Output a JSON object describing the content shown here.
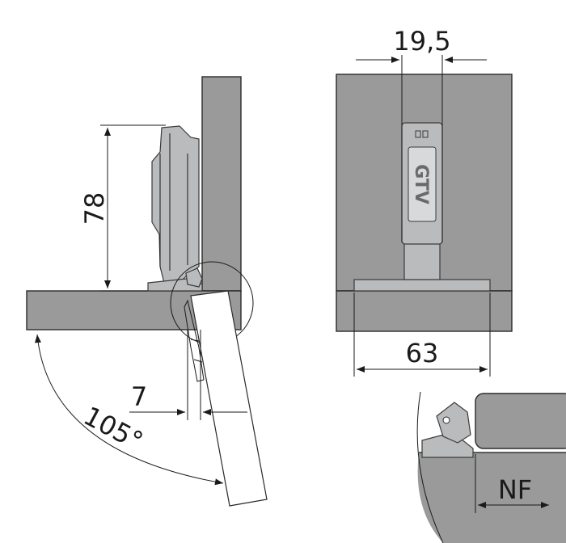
{
  "dimensions": {
    "height_78": "78",
    "width_19_5": "19,5",
    "width_63": "63",
    "offset_7": "7",
    "angle_105": "105°",
    "nf": "NF"
  },
  "brand": {
    "logo_text": "GTV"
  },
  "colors": {
    "panel": "#9a9a9a",
    "hinge": "#b9bbbd",
    "line": "#1a1a1a",
    "background": "#ffffff"
  }
}
